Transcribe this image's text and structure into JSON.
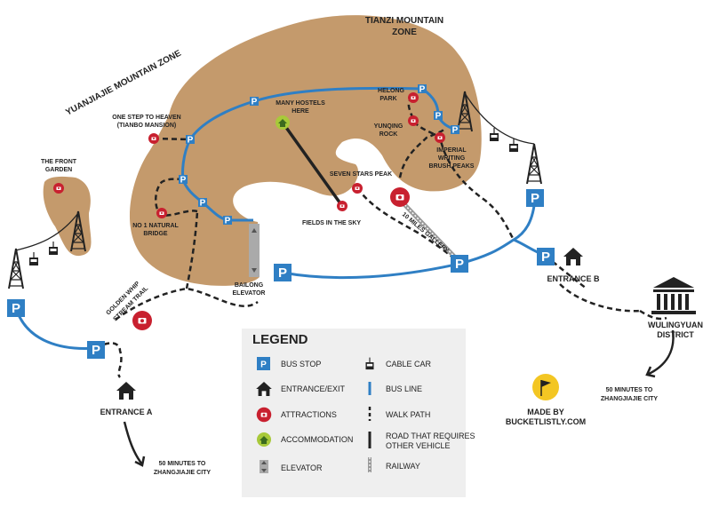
{
  "zones": {
    "yuanjiajie": "YUANJIAJIE MOUNTAIN ZONE",
    "tianzi_line1": "TIANZI MOUNTAIN",
    "tianzi_line2": "ZONE"
  },
  "places": {
    "front_garden_1": "THE FRONT",
    "front_garden_2": "GARDEN",
    "one_step_1": "ONE STEP TO HEAVEN",
    "one_step_2": "(TIANBO MANSION)",
    "many_hostels_1": "MANY HOSTELS",
    "many_hostels_2": "HERE",
    "helong_1": "HELONG",
    "helong_2": "PARK",
    "yunqing_1": "YUNQING",
    "yunqing_2": "ROCK",
    "imperial_1": "IMPERIAL",
    "imperial_2": "WRITING",
    "imperial_3": "BRUSH PEAKS",
    "seven_stars": "SEVEN STARS PEAK",
    "natural_bridge_1": "NO 1 NATURAL",
    "natural_bridge_2": "BRIDGE",
    "fields_sky": "FIELDS IN THE SKY",
    "ten_miles": "10 MILES GALLERY",
    "bailong_1": "BAILONG",
    "bailong_2": "ELEVATOR",
    "golden_whip_1": "GOLDEN WHIP",
    "golden_whip_2": "STREAM TRAIL"
  },
  "entrances": {
    "a": "ENTRANCE A",
    "b": "ENTRANCE B",
    "wulingyuan_1": "WULINGYUAN",
    "wulingyuan_2": "DISTRICT"
  },
  "travel": {
    "a_1": "50 MINUTES TO",
    "a_2": "ZHANGJIAJIE CITY",
    "w_1": "50 MINUTES TO",
    "w_2": "ZHANGJIAJIE CITY"
  },
  "bus_symbol": "P",
  "credit": {
    "line1": "MADE BY",
    "line2": "BUCKETLISTLY.COM"
  },
  "legend": {
    "title": "LEGEND",
    "bus_stop": "BUS STOP",
    "entrance": "ENTRANCE/EXIT",
    "attractions": "ATTRACTIONS",
    "accommodation": "ACCOMMODATION",
    "elevator": "ELEVATOR",
    "cable_car": "CABLE CAR",
    "bus_line": "BUS LINE",
    "walk_path": "WALK PATH",
    "road_1": "ROAD THAT REQUIRES",
    "road_2": "OTHER VEHICLE",
    "railway": "RAILWAY"
  },
  "colors": {
    "mountain": "#c49a6c",
    "bus": "#2f7fc4",
    "attraction": "#c8202f",
    "accommodation": "#a8c93a",
    "legend_bg": "#efefef",
    "credit": "#f3c623"
  },
  "icons": [
    "bus-stop-icon",
    "house-icon",
    "camera-icon",
    "home-icon",
    "elevator-icon",
    "cable-car-icon",
    "tower-icon",
    "museum-icon",
    "flag-icon",
    "arrow-icon"
  ]
}
